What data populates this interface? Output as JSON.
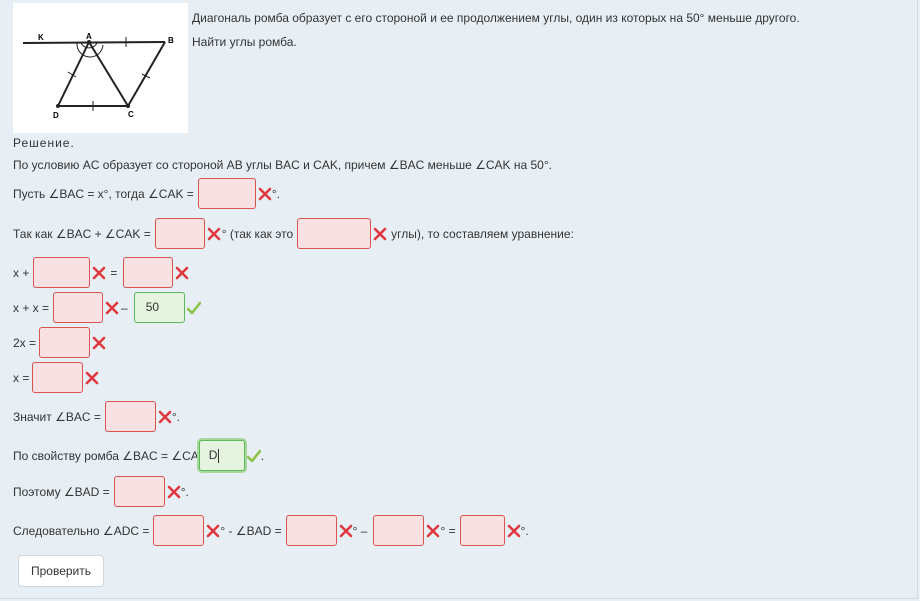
{
  "figure": {
    "labels": {
      "k": "K",
      "a": "A",
      "b": "B",
      "d": "D",
      "c": "C"
    }
  },
  "task": {
    "line1": "Диагональ ромба образует с его стороной и ее продолжением углы, один из которых на 50° меньше другого.",
    "line2": "Найти углы ромба."
  },
  "solution": {
    "heading": "Решение.",
    "condition": "По условию AC образует со стороной AB углы BAC и CAK, причем ∠BAC меньше ∠CAK на 50°.",
    "step1": {
      "before": "Пусть ∠BAC = x°, тогда ∠CAK =",
      "after": "°."
    },
    "step2": {
      "before": "Так как ∠BAC + ∠CAK =",
      "mid": "° (так как это",
      "after": "углы), то составляем уравнение:"
    },
    "step3": {
      "before": "x +",
      "eq": "="
    },
    "step4": {
      "before": "x + x =",
      "minus": "–",
      "value": "50"
    },
    "step5": {
      "before": "2x ="
    },
    "step6": {
      "before": "x ="
    },
    "step7": {
      "before": "Значит ∠BAC =",
      "after": "°."
    },
    "step8": {
      "before": "По свойству ромба ∠BAC = ∠CA",
      "value": "D",
      "after": "."
    },
    "step9": {
      "before": "Поэтому ∠BAD =",
      "after": "°."
    },
    "step10": {
      "before": "Следовательно ∠ADC =",
      "deg1": "° - ∠BAD =",
      "deg2": "° –",
      "deg3": "° =",
      "after": "°."
    }
  },
  "check_button": {
    "label": "Проверить"
  },
  "colors": {
    "error": "#d9534f",
    "ok": "#5cb85c",
    "panel": "#e7eff5"
  },
  "icons": {
    "wrong": "cross-icon",
    "right": "check-icon"
  }
}
